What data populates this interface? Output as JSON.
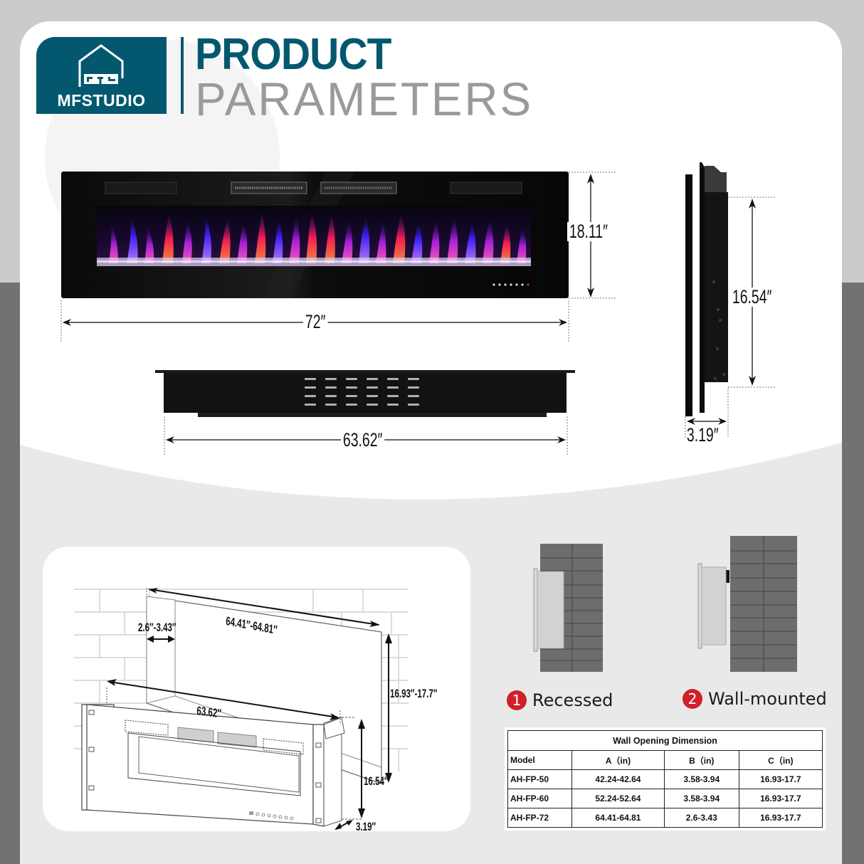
{
  "brand": {
    "name": "MFSTUDIO",
    "logo_icon": "house-logo-icon",
    "color": "#03586f"
  },
  "header": {
    "title_line1": "PRODUCT",
    "title_line2": "PARAMETERS",
    "title_color_primary": "#03586f",
    "title_color_secondary": "#9a9a9a"
  },
  "front_view": {
    "width_label": "72″",
    "height_label": "18.11″",
    "control_panel_indicator_color": "#e02020"
  },
  "side_view": {
    "height_label": "16.54″",
    "depth_label": "3.19″"
  },
  "top_view": {
    "width_label": "63.62″"
  },
  "install_diagram": {
    "opening_width_label": "64.41″-64.81″",
    "opening_depth_label": "2.6″-3.43″",
    "opening_height_label": "16.93″-17.7″",
    "unit_width_label": "63.62″",
    "unit_height_label": "16.54″",
    "unit_depth_label": "3.19″"
  },
  "mount_types": [
    {
      "number": "1",
      "label": "Recessed"
    },
    {
      "number": "2",
      "label": "Wall-mounted"
    }
  ],
  "table": {
    "caption": "Wall Opening Dimension",
    "headers": [
      "Model",
      "A（in)",
      "B（in)",
      "C（in)"
    ],
    "rows": [
      [
        "AH-FP-50",
        "42.24-42.64",
        "3.58-3.94",
        "16.93-17.7"
      ],
      [
        "AH-FP-60",
        "52.24-52.64",
        "3.58-3.94",
        "16.93-17.7"
      ],
      [
        "AH-FP-72",
        "64.41-64.81",
        "2.6-3.43",
        "16.93-17.7"
      ]
    ]
  },
  "colors": {
    "page_bg_top": "#cbcbcb",
    "page_bg_bottom": "#727272",
    "card_bg": "#ffffff",
    "card_lower_bg": "#e9e9e9",
    "brick": "#6e6e6e",
    "badge_red": "#d0202a"
  }
}
